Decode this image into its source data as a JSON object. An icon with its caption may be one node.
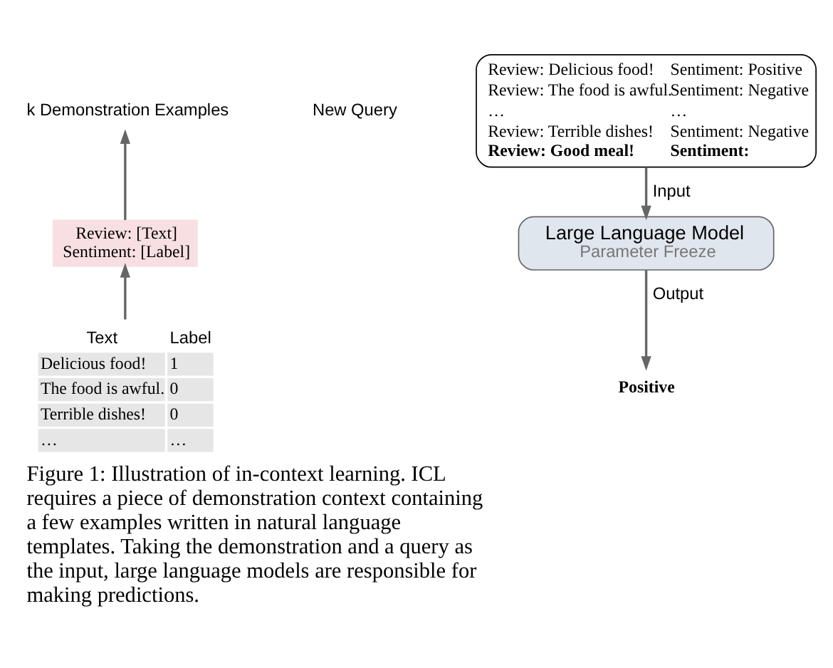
{
  "diagram": {
    "caption": "Figure 1: Illustration of in-context learning. ICL requires a piece of demonstration context containing a few examples written in natural language templates. Taking the demonstration and a query as the input, large language models are responsible for making predictions.",
    "nodes": [
      {
        "text": [
          "Text",
          "Label",
          "Delicious food!",
          "1",
          "The food is awful.",
          "0",
          "Terrible dishes!",
          "0",
          "…",
          "…"
        ]
      },
      {
        "text": [
          "Review: [Text]",
          "Sentiment: [Label]"
        ]
      },
      {
        "text": [
          "k Demonstration Examples"
        ]
      },
      {
        "text": [
          "Review: Delicious food!",
          "Sentiment: Positive",
          "Review: The food is awful.",
          "Sentiment: Negative",
          "…",
          "…",
          "Review: Terrible dishes!",
          "Sentiment: Negative",
          "Review: Good meal!",
          "Sentiment:"
        ]
      },
      {
        "text": [
          "Large Language Model",
          "Parameter Freeze"
        ]
      },
      {
        "text": [
          "Positive"
        ]
      }
    ],
    "edges": [
      {
        "from": 0,
        "to": 1,
        "arrow": "to"
      },
      {
        "from": 1,
        "to": 2,
        "arrow": "to"
      },
      {
        "from": 3,
        "to": 4,
        "arrow": "to",
        "label": "Input"
      },
      {
        "from": 4,
        "to": 5,
        "arrow": "to",
        "label": "Output"
      }
    ],
    "labels": [
      "New Query"
    ]
  }
}
